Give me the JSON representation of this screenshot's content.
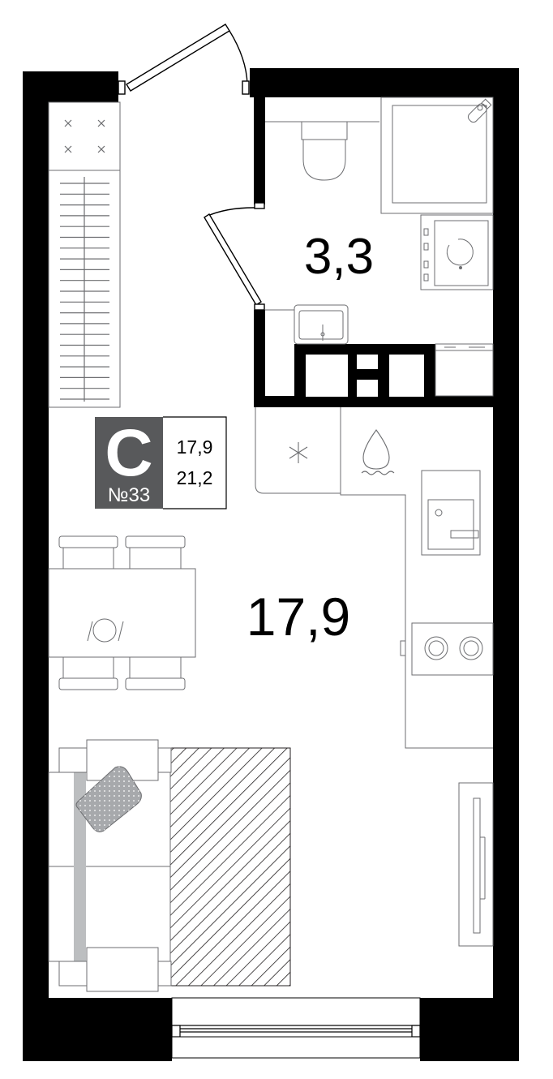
{
  "rooms": {
    "bathroom_area": "3,3",
    "living_area": "17,9"
  },
  "badge": {
    "type_letter": "С",
    "number": "№33",
    "living_area": "17,9",
    "total_area": "21,2"
  },
  "colors": {
    "wall": "#000000",
    "badge_bg": "#58595b",
    "fixture_line": "#6d6e71",
    "pillow": "#a7a9ac",
    "blanket_edge": "#bcbec0",
    "hatch": "#231f20"
  }
}
